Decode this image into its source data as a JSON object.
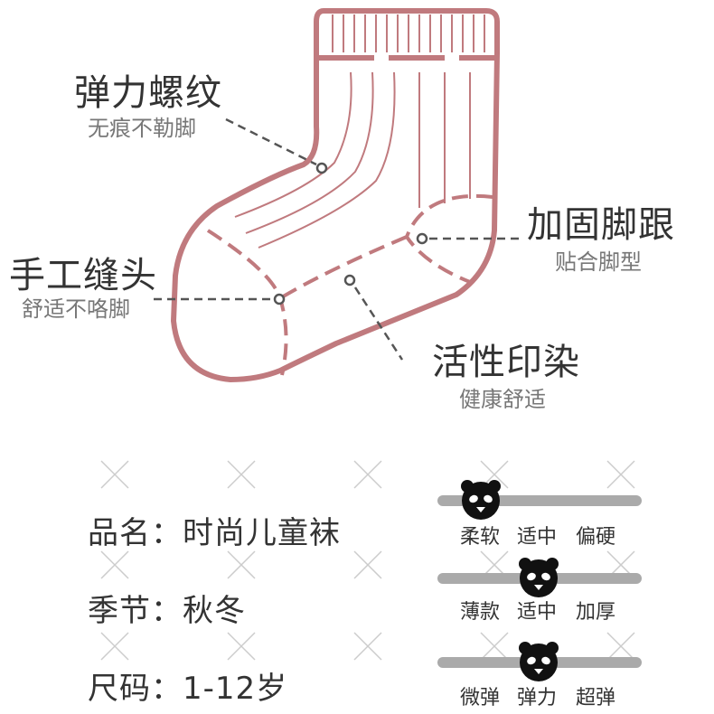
{
  "colors": {
    "sock": "#c07a7e",
    "text": "#333333",
    "subtext": "#777777",
    "track": "#aaaaaa",
    "panda": "#111111"
  },
  "features": [
    {
      "title": "弹力螺纹",
      "subtitle": "无痕不勒脚"
    },
    {
      "title": "加固脚跟",
      "subtitle": "贴合脚型"
    },
    {
      "title": "手工缝头",
      "subtitle": "舒适不咯脚"
    },
    {
      "title": "活性印染",
      "subtitle": "健康舒适"
    }
  ],
  "specs": [
    {
      "label": "品名：",
      "value": "时尚儿童袜"
    },
    {
      "label": "季节：",
      "value": "秋冬"
    },
    {
      "label": "尺码：",
      "value": "1-12岁"
    }
  ],
  "scales": [
    {
      "labels": [
        "柔软",
        "适中",
        "偏硬"
      ],
      "position": 0.0
    },
    {
      "labels": [
        "薄款",
        "适中",
        "加厚"
      ],
      "position": 0.5
    },
    {
      "labels": [
        "微弹",
        "弹力",
        "超弹"
      ],
      "position": 0.5
    }
  ],
  "icons": {
    "marker": "panda-face-icon",
    "background": "cross-mark-icon"
  }
}
